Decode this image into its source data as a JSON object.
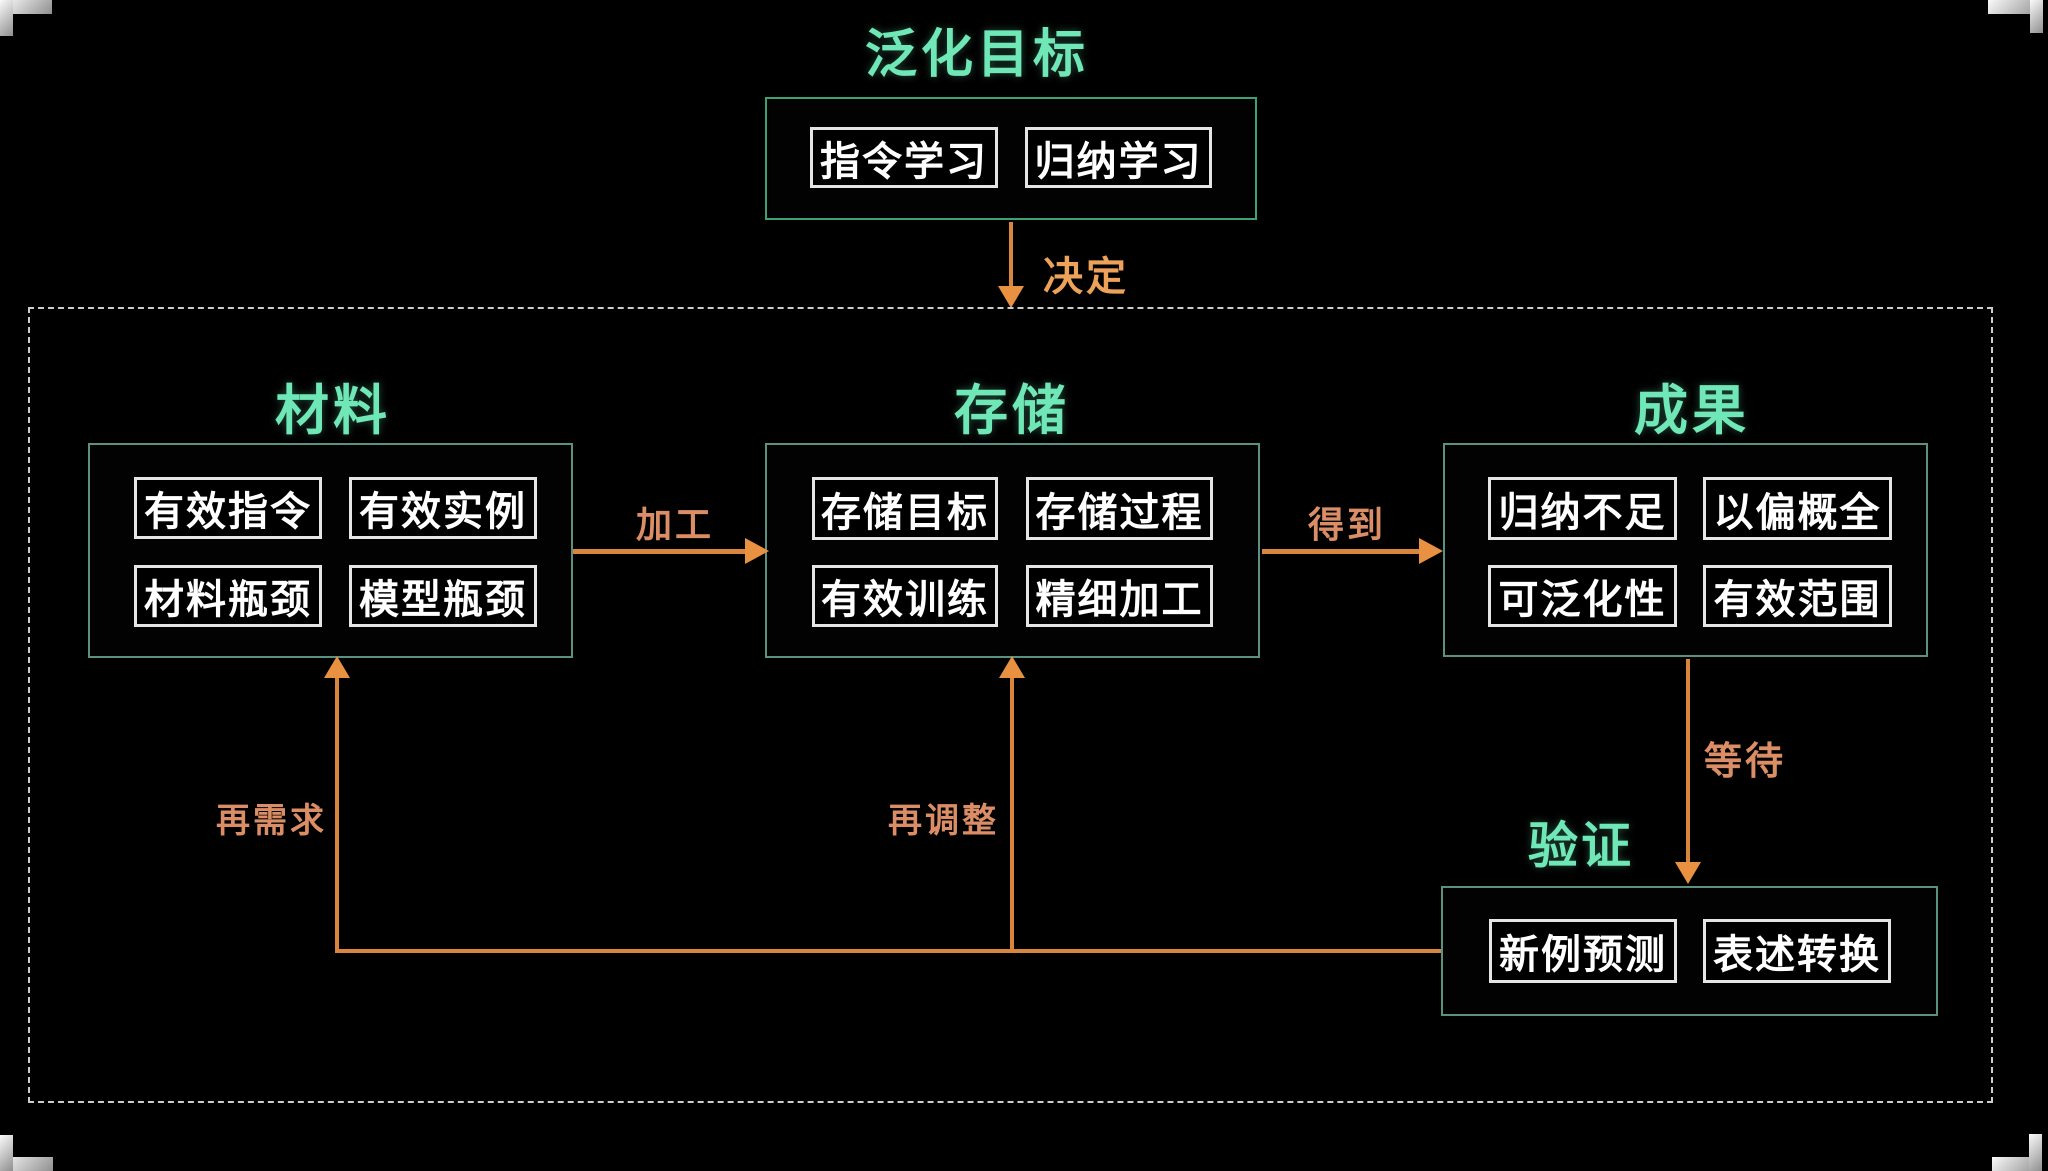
{
  "diagram": {
    "top": {
      "title": "泛化目标",
      "items": [
        "指令学习",
        "归纳学习"
      ]
    },
    "sections": {
      "material": {
        "title": "材料",
        "items": [
          "有效指令",
          "有效实例",
          "材料瓶颈",
          "模型瓶颈"
        ]
      },
      "storage": {
        "title": "存储",
        "items": [
          "存储目标",
          "存储过程",
          "有效训练",
          "精细加工"
        ]
      },
      "result": {
        "title": "成果",
        "items": [
          "归纳不足",
          "以偏概全",
          "可泛化性",
          "有效范围"
        ]
      },
      "verify": {
        "title": "验证",
        "items": [
          "新例预测",
          "表述转换"
        ]
      }
    },
    "edges": {
      "decide": "决定",
      "process": "加工",
      "obtain": "得到",
      "wait": "等待",
      "re_demand": "再需求",
      "re_adjust": "再调整"
    },
    "colors": {
      "background": "#000000",
      "title_mint": "#6fe7b7",
      "arrow_orange": "#d9853b",
      "label_salmon": "#db8e66",
      "node_border_teal": "#5a9181",
      "top_node_border_green": "#3da173",
      "chip_border_white": "#e5e5e5",
      "dashed_border_gray": "#cbcecb"
    }
  }
}
